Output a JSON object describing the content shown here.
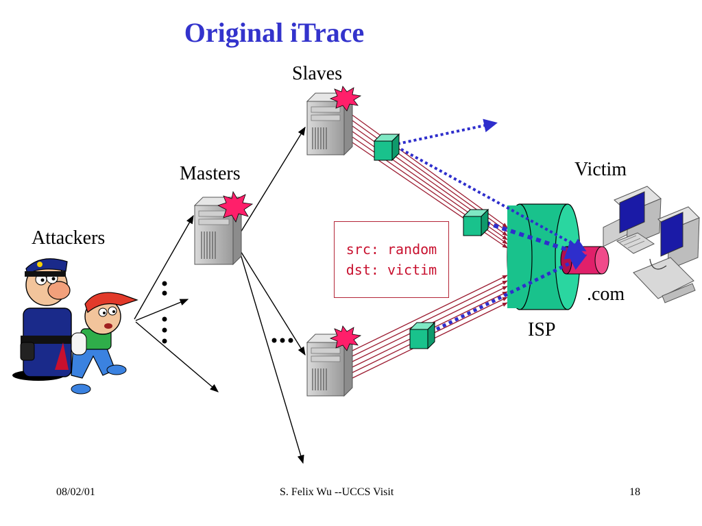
{
  "slide": {
    "title": "Original iTrace",
    "labels": {
      "slaves": "Slaves",
      "masters": "Masters",
      "attackers": "Attackers",
      "victim": "Victim",
      "domain": ".com",
      "isp": "ISP"
    },
    "packet_info": {
      "src": "src: random",
      "dst": "dst: victim"
    },
    "footer": {
      "date": "08/02/01",
      "author": "S. Felix Wu --UCCS Visit",
      "page": "18"
    }
  },
  "colors": {
    "title": "#3333cc",
    "traffic_lines": "#9b1b30",
    "itrace_dots": "#2e2ecc",
    "router_box": "#19c28c",
    "isp_cylinder": "#19c28c",
    "victim_pipe": "#e0206a",
    "starburst": "#ff1f6a"
  }
}
